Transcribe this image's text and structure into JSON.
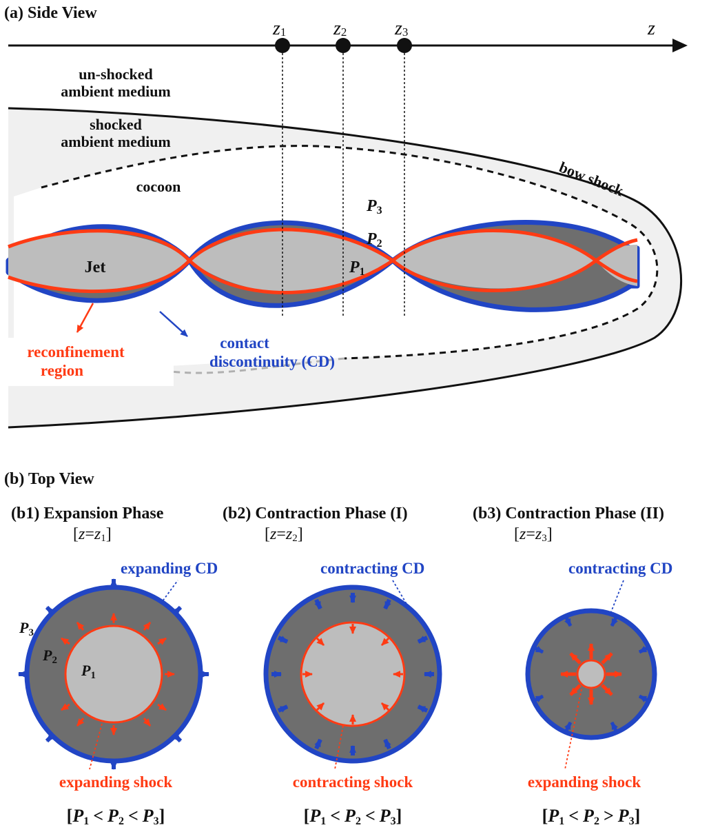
{
  "colors": {
    "black": "#111111",
    "red": "#ff3b14",
    "blue": "#2145c4",
    "jet_gray": "#bdbdbd",
    "dark_gray": "#6e6e6e",
    "shocked_gray": "#f0f0f0"
  },
  "side_view": {
    "title": "(a) Side View",
    "axis_label": "z",
    "points": [
      {
        "label": "z",
        "sub": "1"
      },
      {
        "label": "z",
        "sub": "2"
      },
      {
        "label": "z",
        "sub": "3"
      }
    ],
    "unshocked_1": "un-shocked",
    "unshocked_2": "ambient medium",
    "shocked_1": "shocked",
    "shocked_2": "ambient medium",
    "cocoon": "cocoon",
    "bow_shock": "bow shock",
    "jet": "Jet",
    "p3": {
      "label": "P",
      "sub": "3"
    },
    "p2": {
      "label": "P",
      "sub": "2"
    },
    "p1": {
      "label": "P",
      "sub": "1"
    },
    "reconf_1": "reconfinement",
    "reconf_2": "region",
    "contact_1": "contact",
    "contact_2": "discontinuity (CD)"
  },
  "top_view": {
    "title": "(b) Top View",
    "panels": [
      {
        "title": "(b1) Expansion Phase",
        "cond_pre": "[",
        "cond_z": "z",
        "cond_eq": "=",
        "cond_z2": "z",
        "cond_sub": "1",
        "cond_post": "]",
        "cd_label": "expanding CD",
        "shock_label": "expanding shock",
        "ineq": {
          "a": "P",
          "a_sub": "1",
          "op1": "<",
          "b": "P",
          "b_sub": "2",
          "op2": "<",
          "c": "P",
          "c_sub": "3",
          "open": "[",
          "close": "]"
        },
        "p3": {
          "label": "P",
          "sub": "3"
        },
        "p2": {
          "label": "P",
          "sub": "2"
        },
        "p1": {
          "label": "P",
          "sub": "1"
        }
      },
      {
        "title": "(b2) Contraction Phase (I)",
        "cond_pre": "[",
        "cond_z": "z",
        "cond_eq": "=",
        "cond_z2": "z",
        "cond_sub": "2",
        "cond_post": "]",
        "cd_label": "contracting CD",
        "shock_label": "contracting shock",
        "ineq": {
          "a": "P",
          "a_sub": "1",
          "op1": "<",
          "b": "P",
          "b_sub": "2",
          "op2": "<",
          "c": "P",
          "c_sub": "3",
          "open": "[",
          "close": "]"
        }
      },
      {
        "title": "(b3) Contraction Phase (II)",
        "cond_pre": "[",
        "cond_z": "z",
        "cond_eq": "=",
        "cond_z2": "z",
        "cond_sub": "3",
        "cond_post": "]",
        "cd_label": "contracting CD",
        "shock_label": "expanding shock",
        "ineq": {
          "a": "P",
          "a_sub": "1",
          "op1": "<",
          "b": "P",
          "b_sub": "2",
          "op2": ">",
          "c": "P",
          "c_sub": "3",
          "open": "[",
          "close": "]"
        }
      }
    ]
  }
}
